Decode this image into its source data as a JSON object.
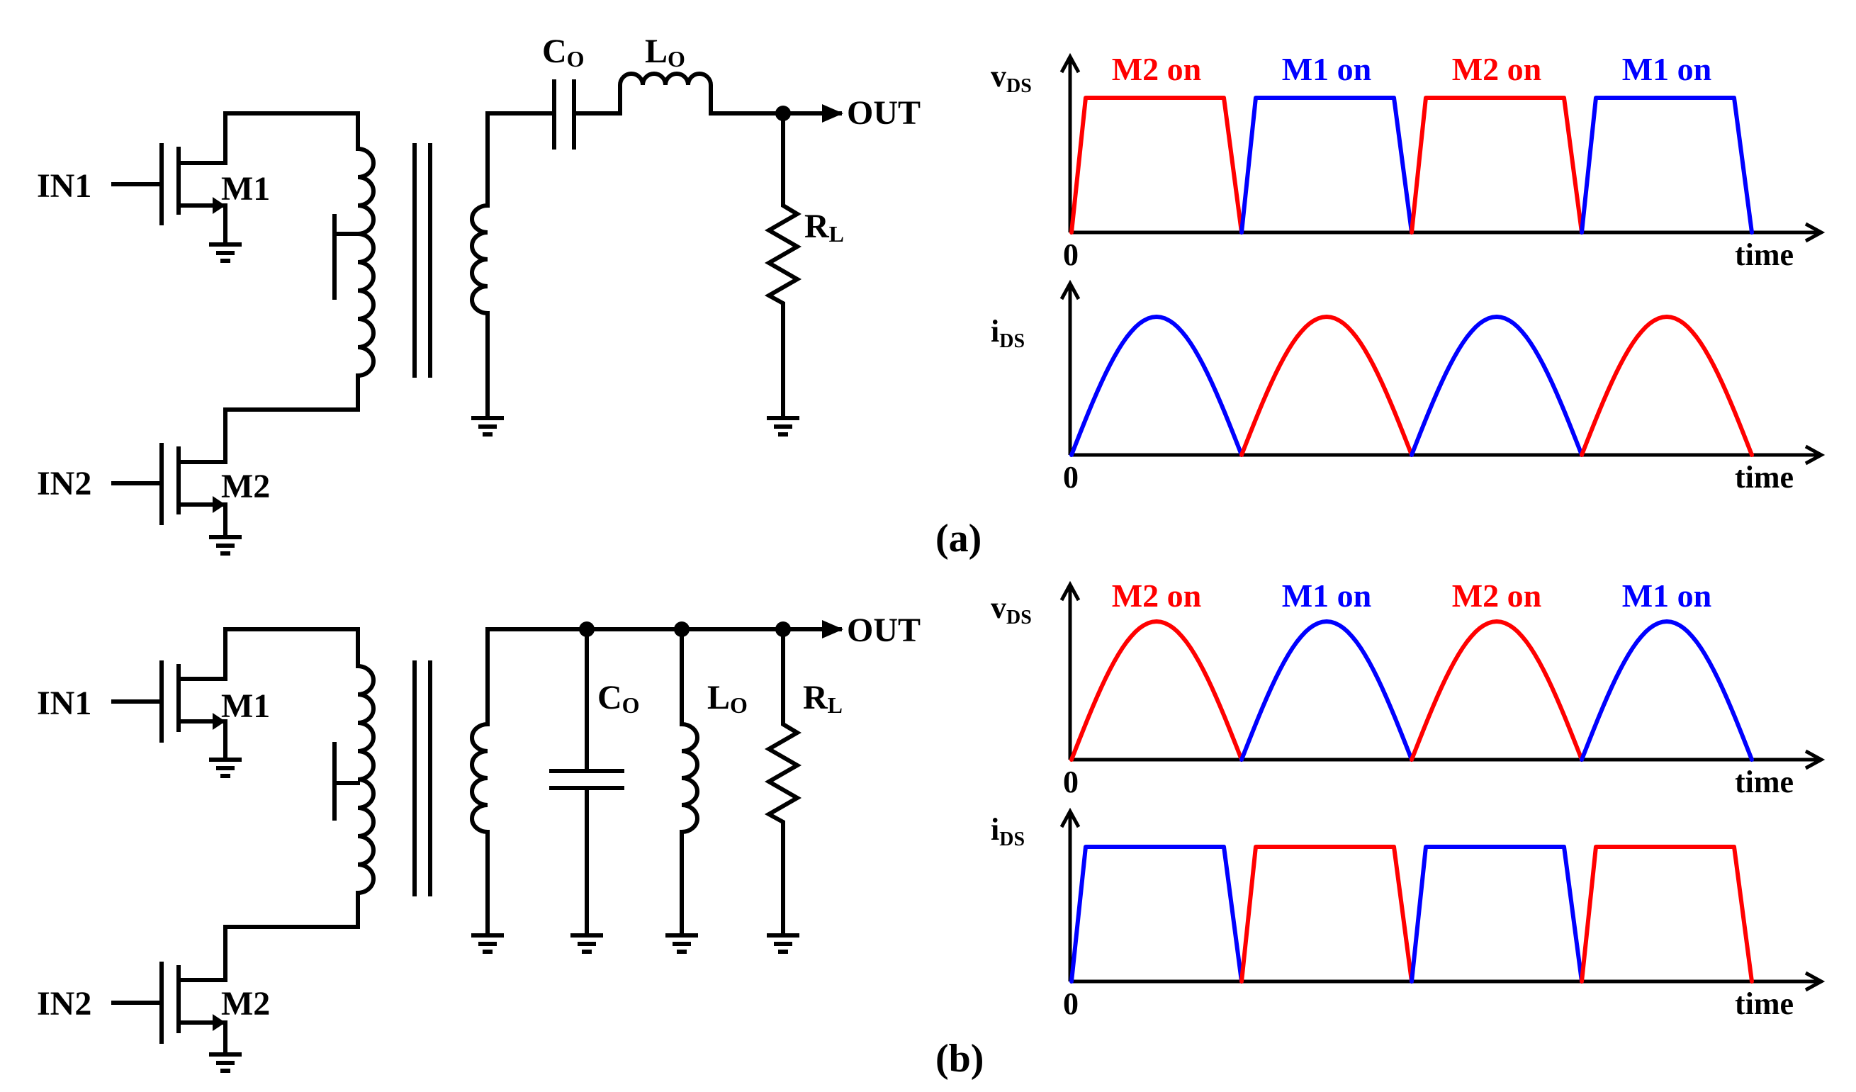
{
  "colors": {
    "red": "#ff0000",
    "blue": "#0000ff",
    "ink": "#000000"
  },
  "panels": [
    {
      "id": "a",
      "caption": "(a)",
      "circuit": {
        "in1": "IN1",
        "in2": "IN2",
        "m1": "M1",
        "m2": "M2",
        "co_main": "C",
        "co_sub": "O",
        "lo_main": "L",
        "lo_sub": "O",
        "rl_main": "R",
        "rl_sub": "L",
        "out": "OUT"
      },
      "vds_chart": {
        "ylabel_main": "v",
        "ylabel_sub": "DS",
        "origin": "0",
        "xlabel": "time",
        "labels": [
          {
            "text": "M2 on",
            "color": "#ff0000"
          },
          {
            "text": "M1 on",
            "color": "#0000ff"
          },
          {
            "text": "M2 on",
            "color": "#ff0000"
          },
          {
            "text": "M1 on",
            "color": "#0000ff"
          }
        ],
        "waveform": "trapezoid",
        "colors": [
          "#ff0000",
          "#0000ff",
          "#ff0000",
          "#0000ff"
        ]
      },
      "ids_chart": {
        "ylabel_main": "i",
        "ylabel_sub": "DS",
        "origin": "0",
        "xlabel": "time",
        "waveform": "halfsine",
        "colors": [
          "#0000ff",
          "#ff0000",
          "#0000ff",
          "#ff0000"
        ]
      }
    },
    {
      "id": "b",
      "caption": "(b)",
      "circuit": {
        "in1": "IN1",
        "in2": "IN2",
        "m1": "M1",
        "m2": "M2",
        "co_main": "C",
        "co_sub": "O",
        "lo_main": "L",
        "lo_sub": "O",
        "rl_main": "R",
        "rl_sub": "L",
        "out": "OUT"
      },
      "vds_chart": {
        "ylabel_main": "v",
        "ylabel_sub": "DS",
        "origin": "0",
        "xlabel": "time",
        "labels": [
          {
            "text": "M2 on",
            "color": "#ff0000"
          },
          {
            "text": "M1 on",
            "color": "#0000ff"
          },
          {
            "text": "M2 on",
            "color": "#ff0000"
          },
          {
            "text": "M1 on",
            "color": "#0000ff"
          }
        ],
        "waveform": "halfsine",
        "colors": [
          "#ff0000",
          "#0000ff",
          "#ff0000",
          "#0000ff"
        ]
      },
      "ids_chart": {
        "ylabel_main": "i",
        "ylabel_sub": "DS",
        "origin": "0",
        "xlabel": "time",
        "waveform": "trapezoid",
        "colors": [
          "#0000ff",
          "#ff0000",
          "#0000ff",
          "#ff0000"
        ]
      }
    }
  ]
}
